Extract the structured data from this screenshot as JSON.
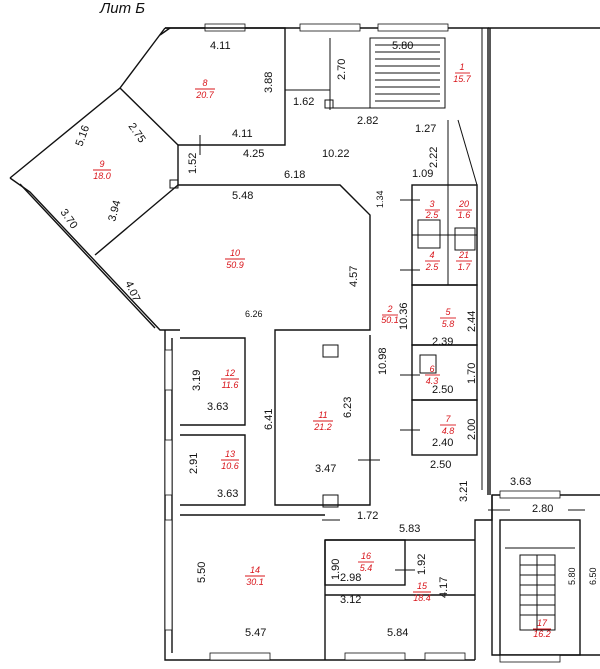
{
  "title": "Лит Б",
  "rooms": [
    {
      "num": "1",
      "area": "15.7"
    },
    {
      "num": "2",
      "area": "50.1"
    },
    {
      "num": "3",
      "area": "2.5"
    },
    {
      "num": "4",
      "area": "2.5"
    },
    {
      "num": "5",
      "area": "5.8"
    },
    {
      "num": "6",
      "area": "4.3"
    },
    {
      "num": "7",
      "area": "4.8"
    },
    {
      "num": "8",
      "area": "20.7"
    },
    {
      "num": "9",
      "area": "18.0"
    },
    {
      "num": "10",
      "area": "50.9"
    },
    {
      "num": "11",
      "area": "21.2"
    },
    {
      "num": "12",
      "area": "11.6"
    },
    {
      "num": "13",
      "area": "10.6"
    },
    {
      "num": "14",
      "area": "30.1"
    },
    {
      "num": "15",
      "area": "18.4"
    },
    {
      "num": "16",
      "area": "5.4"
    },
    {
      "num": "17",
      "area": "16.2"
    },
    {
      "num": "20",
      "area": "1.6"
    },
    {
      "num": "21",
      "area": "1.7"
    }
  ],
  "dims": [
    "4.11",
    "3.88",
    "2.70",
    "5.80",
    "1.62",
    "2.82",
    "1.27",
    "4.11",
    "4.25",
    "10.22",
    "2.22",
    "1.09",
    "5.16",
    "2.75",
    "1.52",
    "6.18",
    "5.48",
    "1.34",
    "3.70",
    "3.94",
    "4.57",
    "4.07",
    "6.26",
    "10.36",
    "2.44",
    "2.39",
    "10.98",
    "1.70",
    "2.50",
    "3.19",
    "3.63",
    "6.41",
    "6.23",
    "2.00",
    "2.40",
    "2.91",
    "3.63",
    "3.47",
    "2.50",
    "3.21",
    "3.63",
    "2.80",
    "1.72",
    "5.83",
    "1.90",
    "2.98",
    "1.92",
    "5.50",
    "4.17",
    "5.80",
    "6.50",
    "3.12",
    "5.47",
    "5.84"
  ]
}
